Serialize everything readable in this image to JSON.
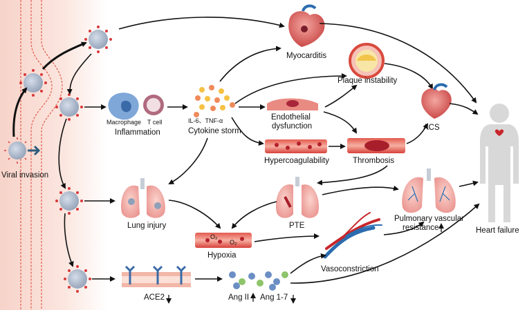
{
  "labels": {
    "viral_invasion": "Viral invasion",
    "macrophage": "Macrophage",
    "t_cell": "T cell",
    "inflammation": "Inflammation",
    "cytokines": "IL-6、TNF-α",
    "cytokine_storm": "Cytokine storm",
    "myocarditis": "Myocarditis",
    "plaque_instability": "Plaque instability",
    "endothelial_dysfunction_1": "Endothelial",
    "endothelial_dysfunction_2": "dysfunction",
    "acs": "ACS",
    "hypercoagulability": "Hypercoagulability",
    "thrombosis": "Thrombosis",
    "lung_injury": "Lung injury",
    "pte": "PTE",
    "hypoxia": "Hypoxia",
    "o2_a": "O₂",
    "o2_b": "O₂",
    "pulmonary_vascular_1": "Pulmonary vascular",
    "pulmonary_vascular_2": "resistance",
    "vasoconstriction": "Vasoconstriction",
    "ace2": "ACE2",
    "ang2": "Ang II",
    "ang17": "Ang 1-7",
    "heart_failure": "Heart failure"
  },
  "colors": {
    "membrane_fill": "#fbe6df",
    "membrane_line": "#e45b4c",
    "virus_body": "#a9b6c9",
    "virus_spike": "#d9383a",
    "arrow": "#111111",
    "human": "#d8d8d8",
    "blood_vessel": "#c8262a",
    "vein": "#2b6cb0"
  }
}
